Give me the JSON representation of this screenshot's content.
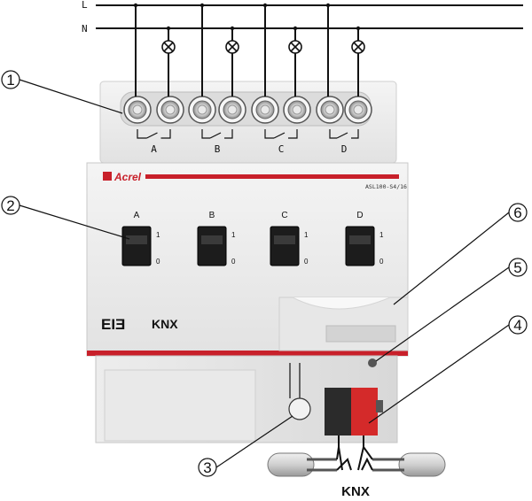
{
  "wiring": {
    "line_label": "L",
    "neutral_label": "N"
  },
  "channels": [
    {
      "id": "A",
      "terminal_label": "A",
      "switch_label": "A",
      "on_label": "1",
      "off_label": "0"
    },
    {
      "id": "B",
      "terminal_label": "B",
      "switch_label": "B",
      "on_label": "1",
      "off_label": "0"
    },
    {
      "id": "C",
      "terminal_label": "C",
      "switch_label": "C",
      "on_label": "1",
      "off_label": "0"
    },
    {
      "id": "D",
      "terminal_label": "D",
      "switch_label": "D",
      "on_label": "1",
      "off_label": "0"
    }
  ],
  "device": {
    "brand": "Acrel",
    "model": "ASL100-S4/16",
    "logo_left": "EIƎ",
    "logo_knx": "KNX",
    "accent_color": "#c8202a",
    "knx_terminal_colors": [
      "#2b2b2b",
      "#d42a2a"
    ]
  },
  "bus_label": "KNX",
  "callouts": [
    "1",
    "2",
    "3",
    "4",
    "5",
    "6"
  ]
}
